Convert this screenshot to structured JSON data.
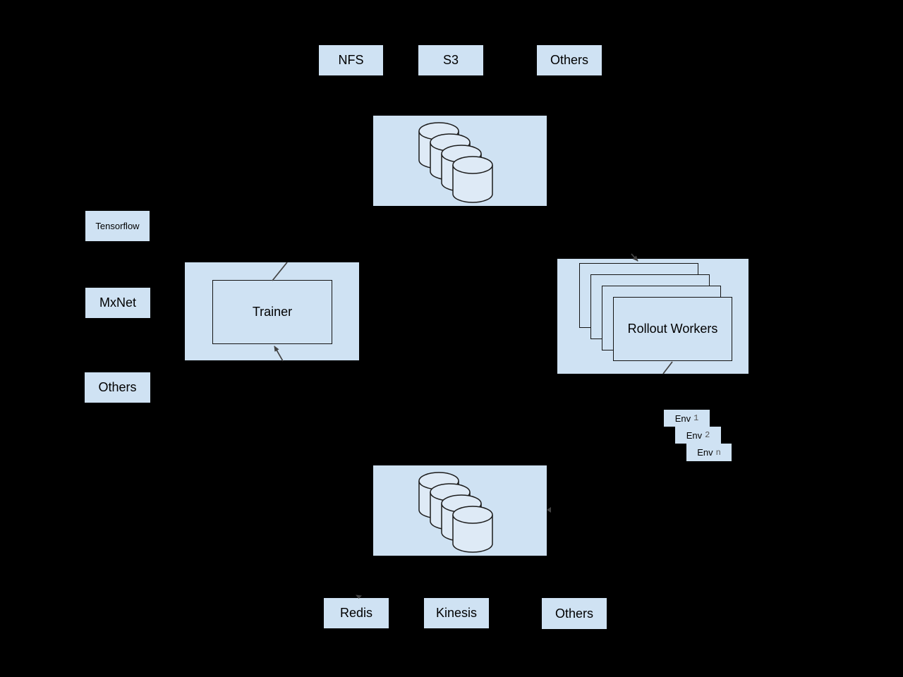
{
  "colors": {
    "background": "#000000",
    "box_fill": "#cfe2f3",
    "cylinder_fill": "#deeaf6",
    "shape_outline": "#1c1c1c",
    "connector": "#434343",
    "env_number_color": "#555555"
  },
  "storage_top": {
    "items": [
      {
        "label": "NFS"
      },
      {
        "label": "S3"
      },
      {
        "label": "Others"
      }
    ]
  },
  "frameworks": {
    "items": [
      {
        "label": "Tensorflow"
      },
      {
        "label": "MxNet"
      },
      {
        "label": "Others"
      }
    ]
  },
  "trainer": {
    "label": "Trainer"
  },
  "rollout_workers": {
    "label": "Rollout Workers"
  },
  "environments": {
    "items": [
      {
        "prefix": "Env",
        "id": "1"
      },
      {
        "prefix": "Env",
        "id": "2"
      },
      {
        "prefix": "Env",
        "id": "n"
      }
    ]
  },
  "storage_bottom": {
    "items": [
      {
        "label": "Redis"
      },
      {
        "label": "Kinesis"
      },
      {
        "label": "Others"
      }
    ]
  }
}
